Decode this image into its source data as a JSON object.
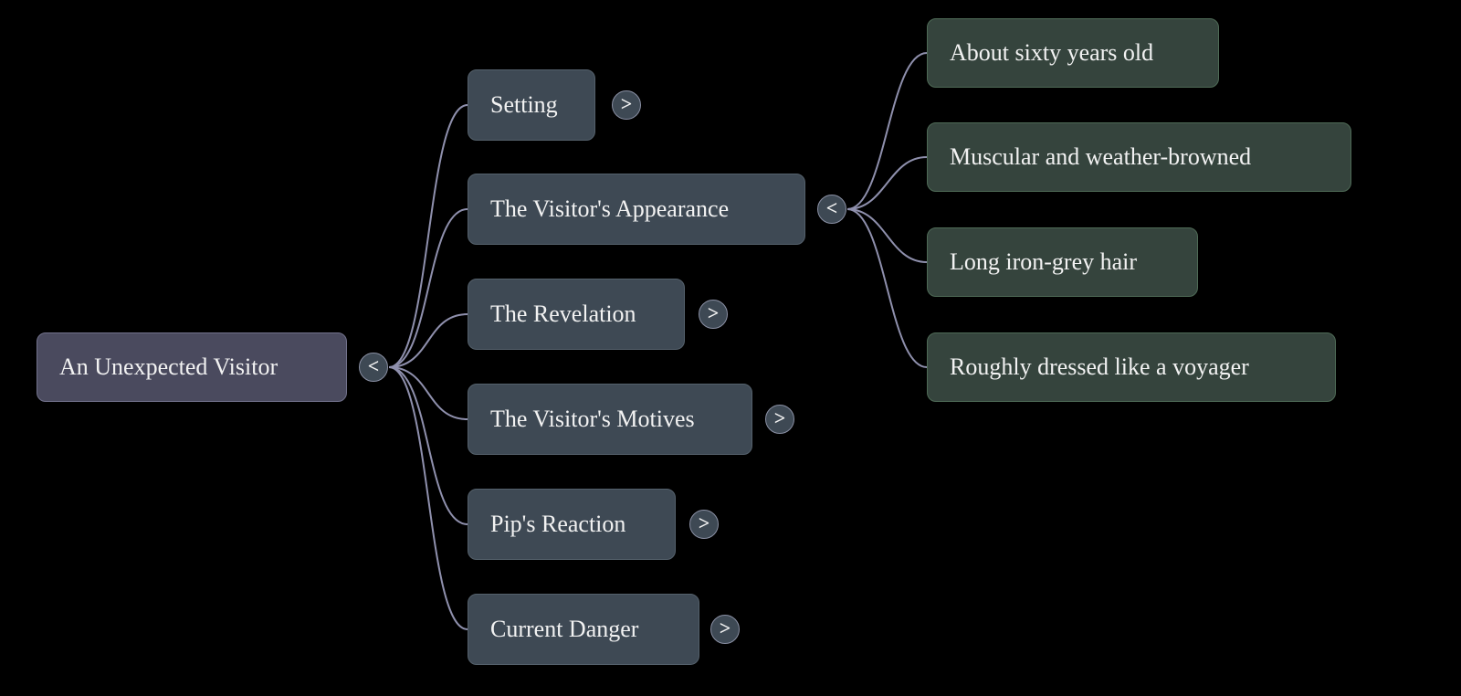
{
  "colors": {
    "bg": "#000000",
    "root-node": "#4a4a5e",
    "root-border": "#72728c",
    "branch-node": "#3e4954",
    "branch-border": "#55616c",
    "leaf-node": "#35443d",
    "leaf-border": "#4e6a56",
    "edge": "#8f90ad",
    "toggle-bg": "#3e4954",
    "toggle-border": "#8a90a4",
    "text": "#f2f2f2"
  },
  "mindmap": {
    "root": {
      "label": "An Unexpected Visitor",
      "toggle": "<"
    },
    "branches": [
      {
        "label": "Setting",
        "toggle": ">"
      },
      {
        "label": "The Visitor's Appearance",
        "toggle": "<"
      },
      {
        "label": "The Revelation",
        "toggle": ">"
      },
      {
        "label": "The Visitor's Motives",
        "toggle": ">"
      },
      {
        "label": "Pip's Reaction",
        "toggle": ">"
      },
      {
        "label": "Current Danger",
        "toggle": ">"
      }
    ],
    "leaves": [
      {
        "label": "About sixty years old"
      },
      {
        "label": "Muscular and weather-browned"
      },
      {
        "label": "Long iron-grey hair"
      },
      {
        "label": "Roughly dressed like a voyager"
      }
    ]
  }
}
